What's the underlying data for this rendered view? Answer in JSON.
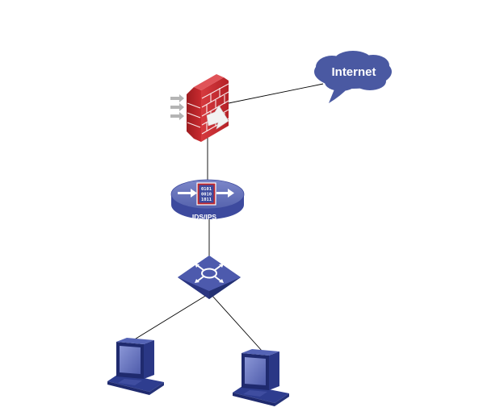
{
  "nodes": {
    "internet": {
      "label": "Internet"
    },
    "firewall": {
      "label": ""
    },
    "ids_ips": {
      "label": "IDS/IPS",
      "bits": [
        "0101",
        "0010",
        "1011"
      ]
    },
    "switch": {
      "label": ""
    },
    "pc_left": {
      "label": ""
    },
    "pc_right": {
      "label": ""
    }
  },
  "links": [
    {
      "from": "firewall",
      "to": "internet"
    },
    {
      "from": "firewall",
      "to": "ids_ips"
    },
    {
      "from": "ids_ips",
      "to": "switch"
    },
    {
      "from": "switch",
      "to": "pc_left"
    },
    {
      "from": "switch",
      "to": "pc_right"
    }
  ],
  "colors": {
    "cloud": "#4a59a2",
    "firewall": "#c0272d",
    "network_device": "#3d4a9e",
    "pc": "#2e3d8f",
    "link": "#000000"
  }
}
